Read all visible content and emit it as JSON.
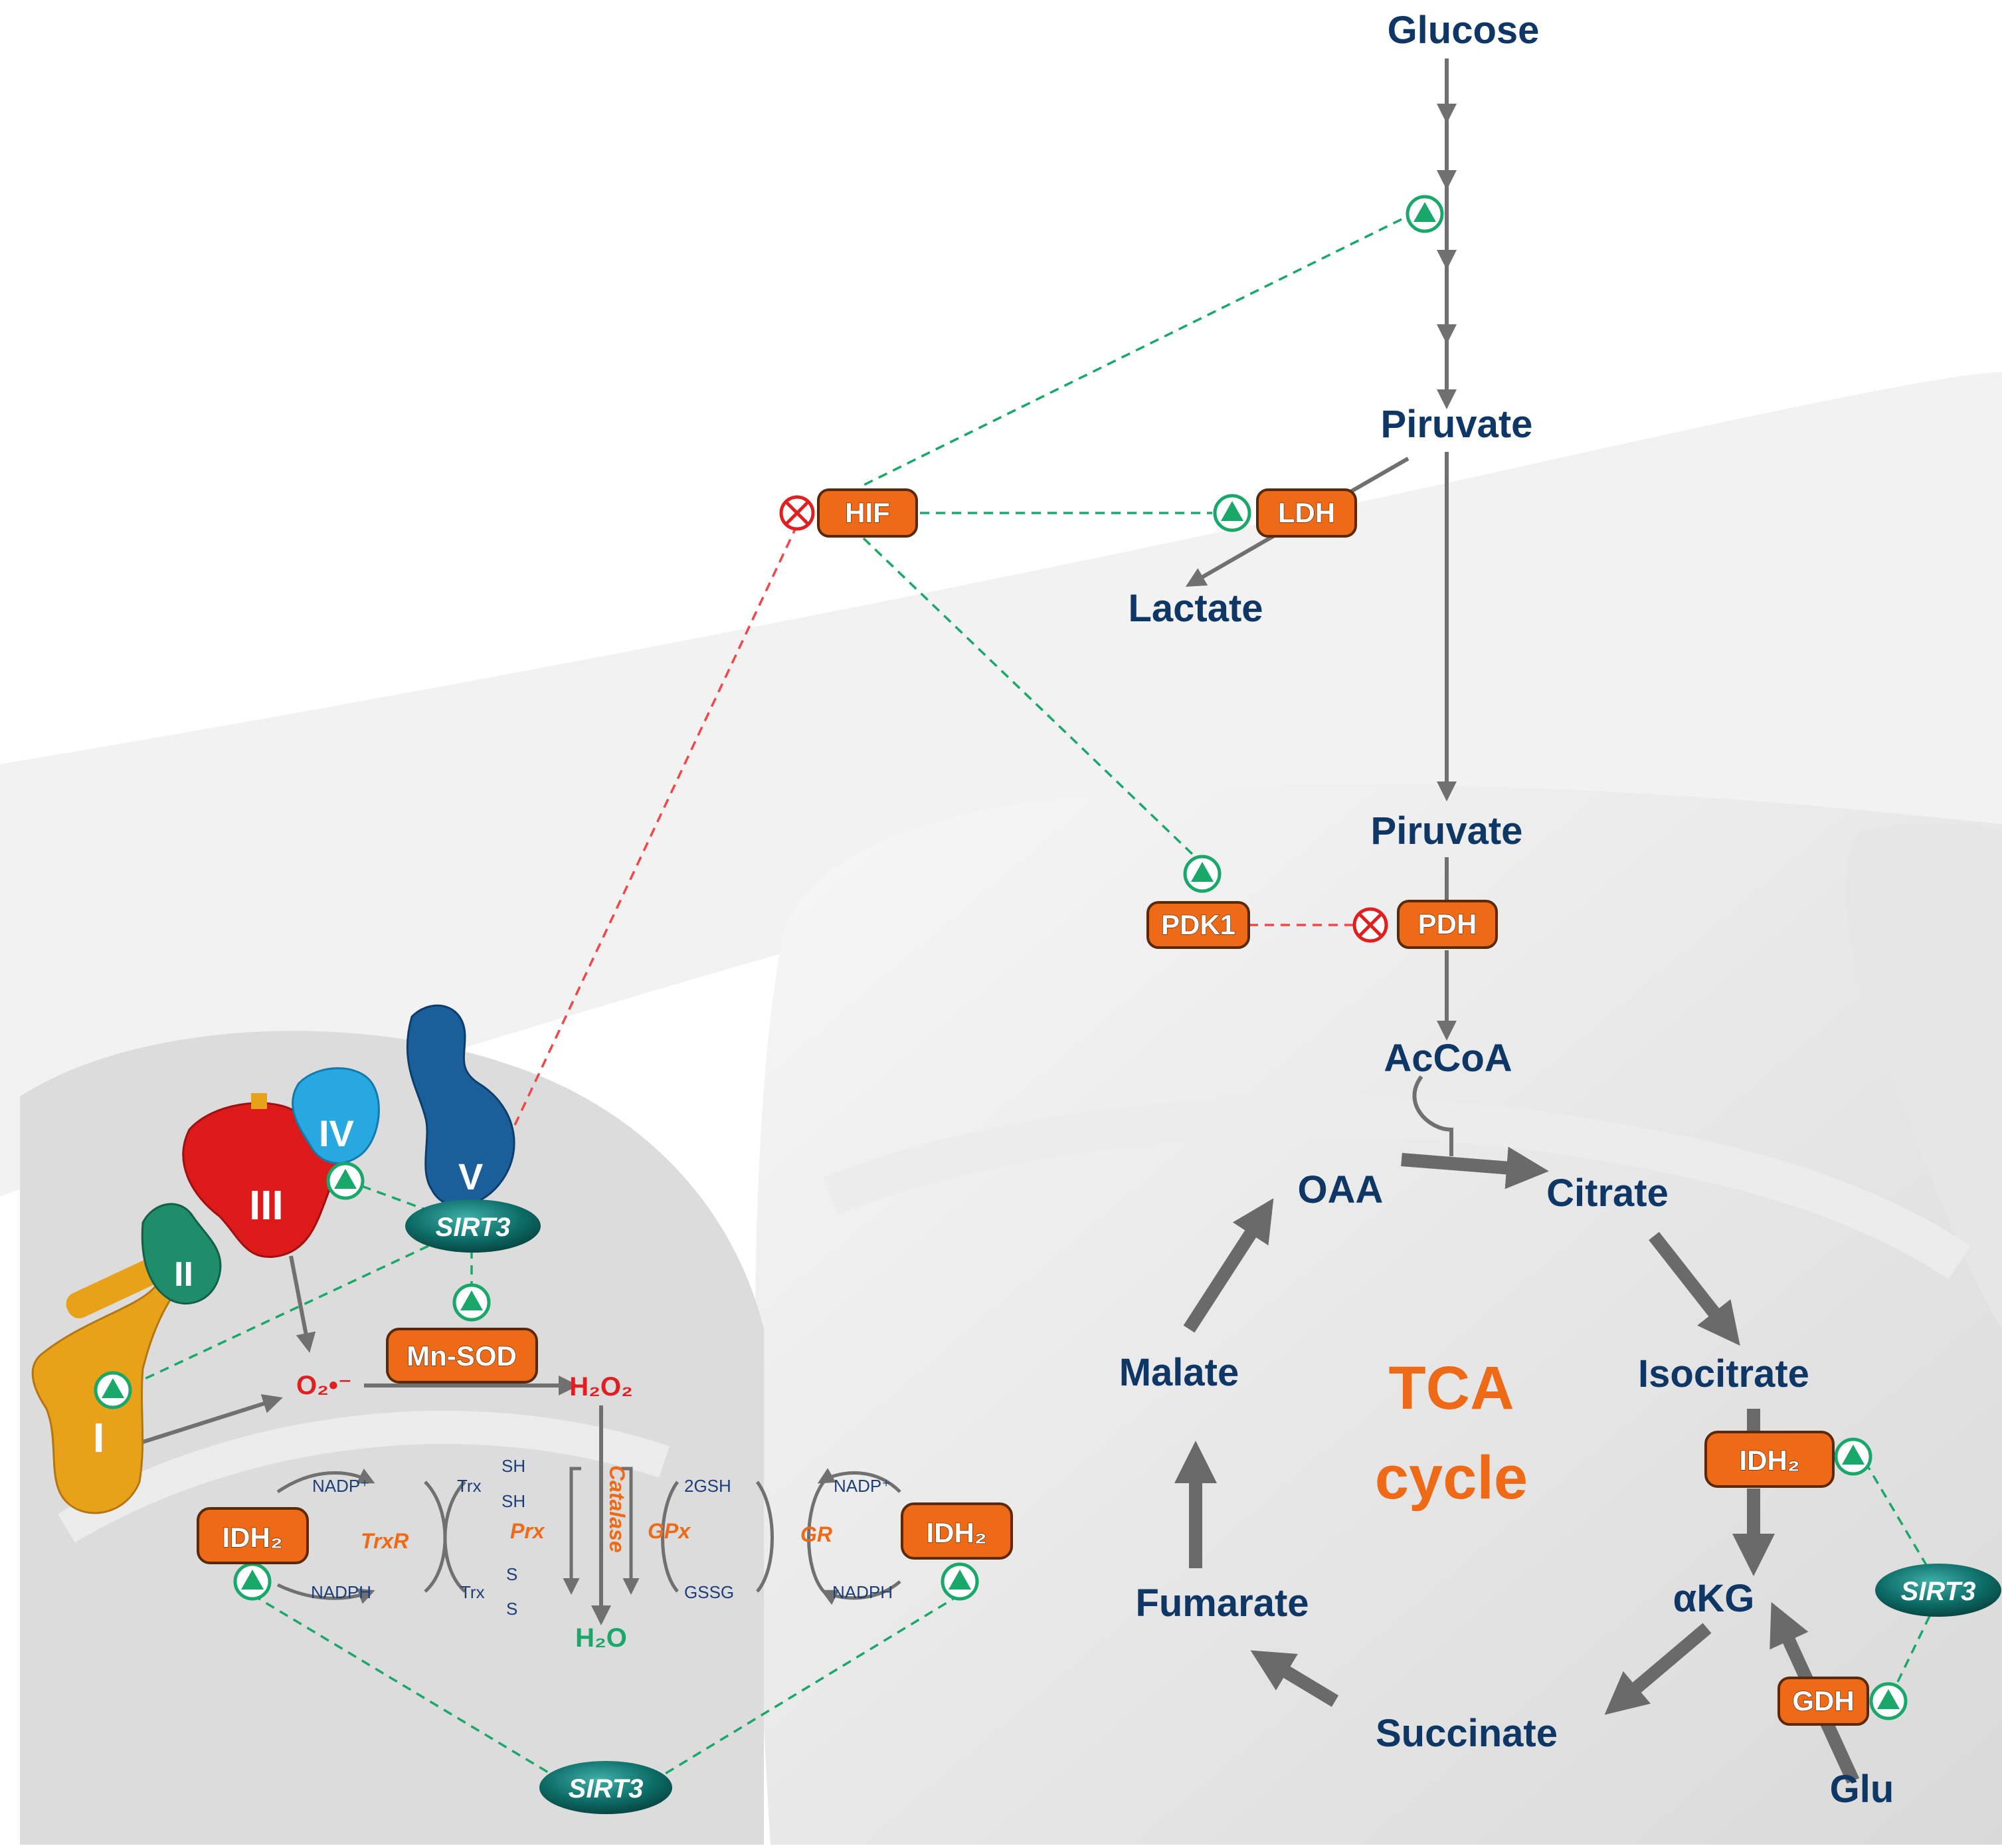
{
  "metabolites": {
    "glucose": "Glucose",
    "piruvate_cyto": "Piruvate",
    "lactate": "Lactate",
    "piruvate_mito": "Piruvate",
    "accoa": "AcCoA",
    "oaa": "OAA",
    "citrate": "Citrate",
    "isocitrate": "Isocitrate",
    "akg": "αKG",
    "succinate": "Succinate",
    "fumarate": "Fumarate",
    "malate": "Malate",
    "glu": "Glu",
    "superoxide": "O₂•⁻",
    "h2o2": "H₂O₂",
    "h2o": "H₂O"
  },
  "enzymes": {
    "hif": "HIF",
    "ldh": "LDH",
    "pdk1": "PDK1",
    "pdh": "PDH",
    "idh2_tca": "IDH₂",
    "gdh": "GDH",
    "mnsod": "Mn-SOD",
    "idh2_left": "IDH₂",
    "idh2_right": "IDH₂"
  },
  "sirt3": {
    "mito": "SIRT3",
    "tca": "SIRT3",
    "bottom": "SIRT3"
  },
  "redox": {
    "nadp_left": "NADP⁺",
    "nadph_left": "NADPH",
    "trx_sh": "Trx",
    "sh_top": "SH",
    "sh_bottom": "SH",
    "trx_ss": "Trx",
    "s_top": "S",
    "s_bottom": "S",
    "trxr": "TrxR",
    "prx": "Prx",
    "catalase": "Catalase",
    "gpx": "GPx",
    "gr": "GR",
    "gsh": "2GSH",
    "gssg": "GSSG",
    "nadp_right": "NADP⁺",
    "nadph_right": "NADPH"
  },
  "complexes": {
    "i": "I",
    "ii": "II",
    "iii": "III",
    "iv": "IV",
    "v": "V"
  },
  "cycle_label": {
    "line1": "TCA",
    "line2": "cycle"
  },
  "colors": {
    "metabolite": "#0f3766",
    "enzyme": "#ee6a17",
    "activation": "#1aa86a",
    "inhibition": "#e02020",
    "sirt3": "#0d6b66",
    "complex_i": "#e8a21a",
    "complex_ii": "#1f8c6a",
    "complex_iii": "#dd1a1a",
    "complex_iv": "#27a8e0",
    "complex_v": "#1a5f9a"
  }
}
